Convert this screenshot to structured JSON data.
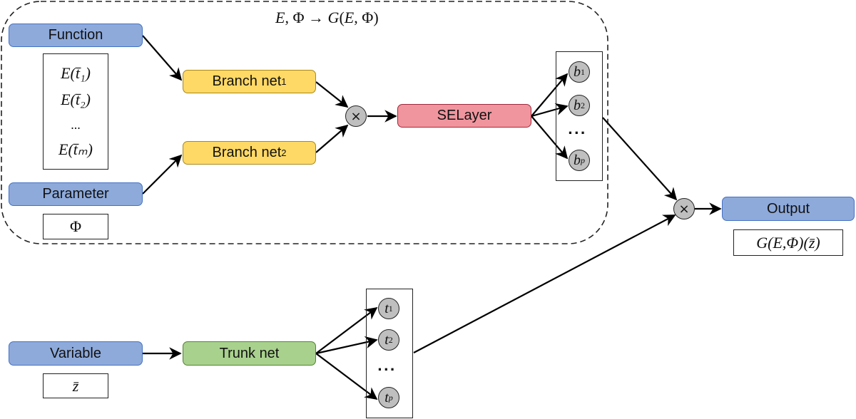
{
  "diagram": {
    "group_caption": {
      "E": "E",
      "sep": ", ",
      "Phi": "Φ",
      "arrow": " → ",
      "G": "G",
      "open": "(",
      "close": ")"
    },
    "inputs": {
      "function": {
        "label": "Function",
        "samples": [
          "E(t̄₁)",
          "E(t̄₂)",
          "...",
          "E(t̄ₘ)"
        ]
      },
      "parameter": {
        "label": "Parameter",
        "value": "Φ"
      },
      "variable": {
        "label": "Variable",
        "value": "z̄"
      }
    },
    "networks": {
      "branch1": {
        "label": "Branch net",
        "sub": "1"
      },
      "branch2": {
        "label": "Branch net",
        "sub": "2"
      },
      "selayer": {
        "label": "SELayer"
      },
      "trunk": {
        "label": "Trunk net"
      }
    },
    "operators": {
      "multiply": "×"
    },
    "branch_outputs": [
      {
        "sym": "b",
        "sub": "1"
      },
      {
        "sym": "b",
        "sub": "2"
      },
      {
        "sym": "...",
        "sub": ""
      },
      {
        "sym": "b",
        "sub": "p"
      }
    ],
    "trunk_outputs": [
      {
        "sym": "t",
        "sub": "1"
      },
      {
        "sym": "t",
        "sub": "2"
      },
      {
        "sym": "...",
        "sub": ""
      },
      {
        "sym": "t",
        "sub": "p"
      }
    ],
    "output": {
      "label": "Output",
      "formula": "G(E,Φ)(z̄)"
    },
    "colors": {
      "input_fill": "#8eaadb",
      "branch_fill": "#ffd966",
      "selayer_fill": "#f0959e",
      "trunk_fill": "#a9d18e",
      "node_fill": "#bfbfbf"
    }
  }
}
